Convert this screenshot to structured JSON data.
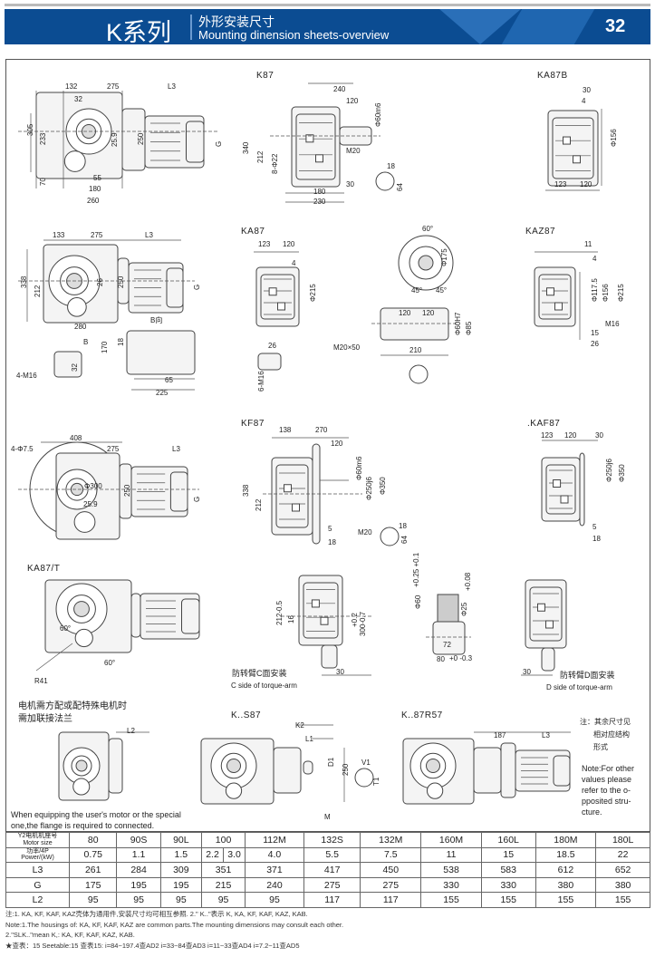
{
  "header": {
    "series": "K系列",
    "title_zh": "外形安装尺寸",
    "title_en": "Mounting dinension sheets-overview",
    "page": "32"
  },
  "figures": {
    "k87_front": {
      "labels": [
        "132",
        "275",
        "L3",
        "32",
        "305",
        "233",
        "250",
        "25.9",
        "G",
        "70",
        "55",
        "180",
        "260"
      ]
    },
    "k87_side": {
      "title": "K87",
      "labels": [
        "240",
        "120",
        "Φ60m6",
        "340",
        "212",
        "8-Φ22",
        "M20",
        "18",
        "30",
        "180",
        "230",
        "64"
      ]
    },
    "ka87b": {
      "title": "KA87B",
      "labels": [
        "30",
        "4",
        "Φ156",
        "123",
        "120"
      ]
    },
    "ka87_front": {
      "labels": [
        "133",
        "275",
        "L3",
        "338",
        "212",
        "250",
        "26",
        "G",
        "280",
        "B向",
        "B",
        "170",
        "18",
        "32",
        "65",
        "225",
        "4-M16"
      ]
    },
    "ka87_side": {
      "title": "KA87",
      "labels": [
        "123",
        "120",
        "4",
        "Φ215",
        "26",
        "6-M16"
      ]
    },
    "ka87_flange": {
      "labels": [
        "60°",
        "Φ175",
        "45°",
        "45°",
        "120",
        "120",
        "Φ60H7",
        "Φ85",
        "M20×50",
        "210"
      ]
    },
    "kaz87": {
      "title": "KAZ87",
      "labels": [
        "11",
        "4",
        "Φ117.5",
        "Φ156",
        "Φ215",
        "M16",
        "15",
        "26"
      ]
    },
    "kf87_front": {
      "labels": [
        "4-Φ7.5",
        "408",
        "275",
        "L3",
        "Φ300",
        "25.9",
        "250",
        "G"
      ]
    },
    "kf87_side": {
      "title": "KF87",
      "labels": [
        "138",
        "270",
        "120",
        "Φ60m6",
        "Φ250j6",
        "Φ350",
        "338",
        "212",
        "5",
        "18",
        "M20",
        "18",
        "64"
      ]
    },
    "kaf87": {
      "title": ".KAF87",
      "labels": [
        "123",
        "120",
        "30",
        "Φ250j6",
        "Φ350",
        "5",
        "18"
      ]
    },
    "ka87t": {
      "title": "KA87/T",
      "labels": [
        "60°",
        "60°",
        "R41"
      ]
    },
    "torque_c": {
      "labels": [
        "212-0.5",
        "16",
        "+0.2",
        "300-0.7",
        "30"
      ],
      "caption_zh": "防转臂C面安装",
      "caption_en": "C side of torque-arm"
    },
    "torque_detail": {
      "labels": [
        "Φ60",
        "+0.25 +0.1",
        "Φ25",
        "+0.08",
        "72",
        "80",
        "+0 -0.3"
      ]
    },
    "torque_d": {
      "labels": [
        "30"
      ],
      "caption_zh": "防转臂D面安装",
      "caption_en": "D side of torque-arm"
    },
    "flange_note": {
      "zh_line1": "电机需方配或配特殊电机时",
      "zh_line2": "需加联接法兰",
      "labels": [
        "L2"
      ],
      "en_line1": "When equipping the user's motor or the special",
      "en_line2": "one,the flange is required to connected."
    },
    "ks87": {
      "title": "K..S87",
      "labels": [
        "K2",
        "L1",
        "D1",
        "250",
        "V1",
        "T1",
        "M"
      ]
    },
    "k87r57": {
      "title": "K..87R57",
      "labels": [
        "187",
        "L3"
      ]
    },
    "side_note": {
      "zh": [
        "注：其余尺寸见",
        "相对应结构",
        "形式"
      ],
      "en": [
        "Note:For other",
        "values please",
        "refer to the o-",
        "pposited stru-",
        "cture."
      ]
    }
  },
  "table": {
    "header_label_zh": "Y2电机机座号",
    "header_label_en": "Motor size",
    "power_label_zh": "功率/4P",
    "power_label_en": "Power/(kW)",
    "motor_sizes": [
      "80",
      "90S",
      "90L",
      "100",
      "112M",
      "132S",
      "132M",
      "160M",
      "160L",
      "180M",
      "180L"
    ],
    "power": [
      "0.75",
      "1.1",
      "1.5",
      "2.2",
      "3.0",
      "4.0",
      "5.5",
      "7.5",
      "11",
      "15",
      "18.5",
      "22"
    ],
    "rows": [
      {
        "label": "L3",
        "values": [
          "261",
          "284",
          "309",
          "351",
          "371",
          "417",
          "450",
          "538",
          "583",
          "612",
          "652"
        ]
      },
      {
        "label": "G",
        "values": [
          "175",
          "195",
          "195",
          "215",
          "240",
          "275",
          "275",
          "330",
          "330",
          "380",
          "380"
        ]
      },
      {
        "label": "L2",
        "values": [
          "95",
          "95",
          "95",
          "95",
          "95",
          "117",
          "117",
          "155",
          "155",
          "155",
          "155"
        ]
      }
    ]
  },
  "notes": [
    "注:1.   KA,    KF,    KAF,    KAZ壳体为通用件,安装尺寸均可相互参照.   2.\"   K..\"表示   K,    KA,    KF,    KAF,    KAZ,    KAB.",
    "Note:1.The housings of:  KA,    KF,    KAF,    KAZ are common parts.The mounting dimensions may consult each other.",
    "     2.\"SLK..\"mean   K,:  KA,    KF,    KAF,    KAZ,    KAB.",
    "★查表：15  Seetable:15 查表15:  i=84~197.4查AD2  i=33~84查AD3  i=11~33查AD4  i=7.2~11查AD5"
  ]
}
